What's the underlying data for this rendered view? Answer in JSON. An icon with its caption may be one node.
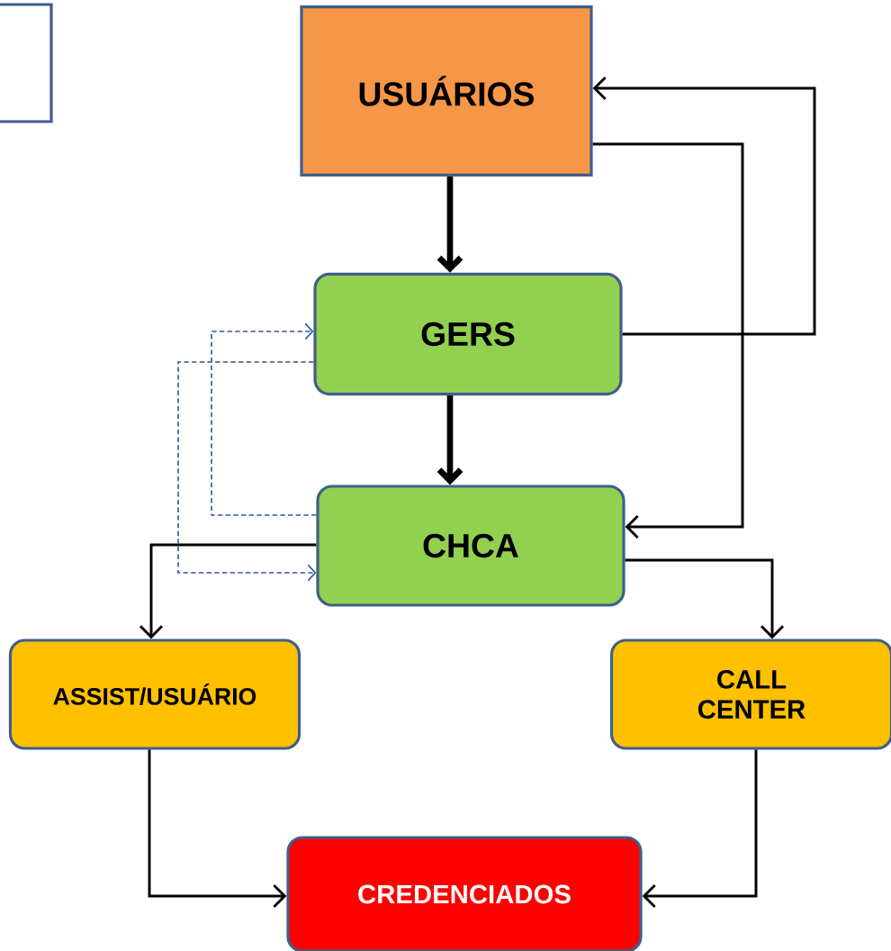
{
  "diagram": {
    "nodes": [
      {
        "text": [],
        "shape": "box"
      },
      {
        "text": [
          "USUÁRIOS"
        ]
      },
      {
        "text": [
          "GERS"
        ]
      },
      {
        "text": [
          "CHCA"
        ]
      },
      {
        "text": [
          "ASSIST/USUÁRIO"
        ]
      },
      {
        "text": [
          "CALL CENTER"
        ]
      },
      {
        "text": [
          "CREDENCIADOS"
        ]
      }
    ],
    "edges": [
      {
        "from": 1,
        "to": 2,
        "arrow": "to",
        "style": "thick"
      },
      {
        "from": 2,
        "to": 3,
        "arrow": "to",
        "style": "thick"
      },
      {
        "from": 2,
        "to": 1,
        "arrow": "to"
      },
      {
        "from": 1,
        "to": 3,
        "arrow": "to"
      },
      {
        "from": 3,
        "to": 4,
        "arrow": "to"
      },
      {
        "from": 3,
        "to": 5,
        "arrow": "to"
      },
      {
        "from": 4,
        "to": 6,
        "arrow": "to"
      },
      {
        "from": 5,
        "to": 6,
        "arrow": "to"
      },
      {
        "from": 3,
        "to": 2,
        "arrow": "to",
        "style": "dashed",
        "color": "#2f5597"
      },
      {
        "from": 2,
        "to": 3,
        "arrow": "to",
        "style": "dashed",
        "color": "#2f5597"
      }
    ]
  }
}
